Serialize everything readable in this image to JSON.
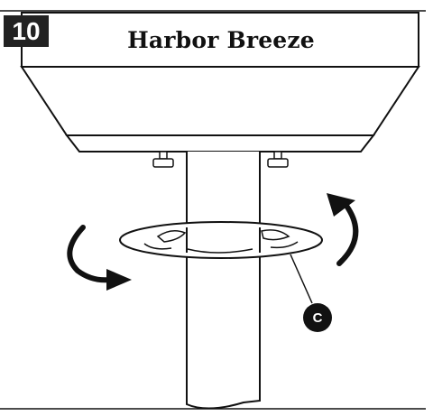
{
  "step": {
    "number": "10"
  },
  "brand": {
    "name": "Harbor Breeze"
  },
  "callout": {
    "label": "C"
  },
  "colors": {
    "ink": "#111111",
    "badge": "#222222",
    "paper": "#ffffff"
  },
  "icons": {
    "rotate_left": "curved-arrow-clockwise-icon",
    "rotate_right": "curved-arrow-up-icon"
  }
}
